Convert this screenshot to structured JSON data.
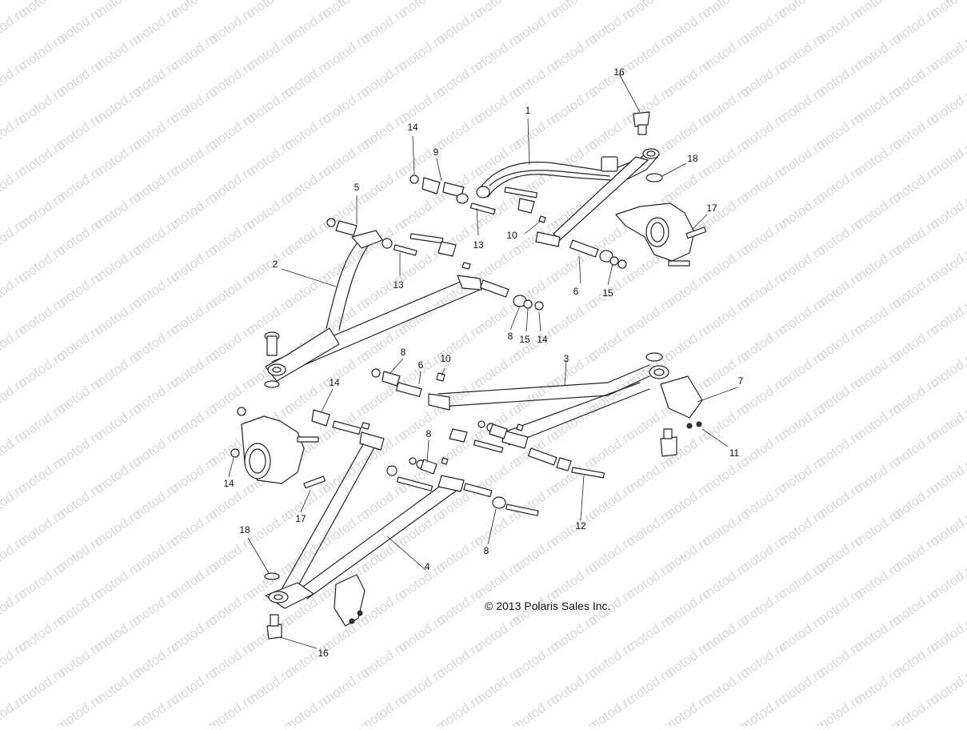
{
  "watermark": {
    "text": "motod.ru",
    "color": "#d9d9d9"
  },
  "copyright": "© 2013 Polaris Sales Inc.",
  "callouts": [
    {
      "id": "c1",
      "text": "1"
    },
    {
      "id": "c2",
      "text": "2"
    },
    {
      "id": "c3",
      "text": "3"
    },
    {
      "id": "c4",
      "text": "4"
    },
    {
      "id": "c5",
      "text": "5"
    },
    {
      "id": "c6a",
      "text": "6"
    },
    {
      "id": "c6b",
      "text": "6"
    },
    {
      "id": "c7",
      "text": "7"
    },
    {
      "id": "c8a",
      "text": "8"
    },
    {
      "id": "c8b",
      "text": "8"
    },
    {
      "id": "c8c",
      "text": "8"
    },
    {
      "id": "c8d",
      "text": "8"
    },
    {
      "id": "c9",
      "text": "9"
    },
    {
      "id": "c10a",
      "text": "10"
    },
    {
      "id": "c10b",
      "text": "10"
    },
    {
      "id": "c11",
      "text": "11"
    },
    {
      "id": "c12",
      "text": "12"
    },
    {
      "id": "c13a",
      "text": "13"
    },
    {
      "id": "c13b",
      "text": "13"
    },
    {
      "id": "c14a",
      "text": "14"
    },
    {
      "id": "c14b",
      "text": "14"
    },
    {
      "id": "c14c",
      "text": "14"
    },
    {
      "id": "c14d",
      "text": "14"
    },
    {
      "id": "c15a",
      "text": "15"
    },
    {
      "id": "c15b",
      "text": "15"
    },
    {
      "id": "c16a",
      "text": "16"
    },
    {
      "id": "c16b",
      "text": "16"
    },
    {
      "id": "c17a",
      "text": "17"
    },
    {
      "id": "c17b",
      "text": "17"
    },
    {
      "id": "c18a",
      "text": "18"
    },
    {
      "id": "c18b",
      "text": "18"
    }
  ]
}
